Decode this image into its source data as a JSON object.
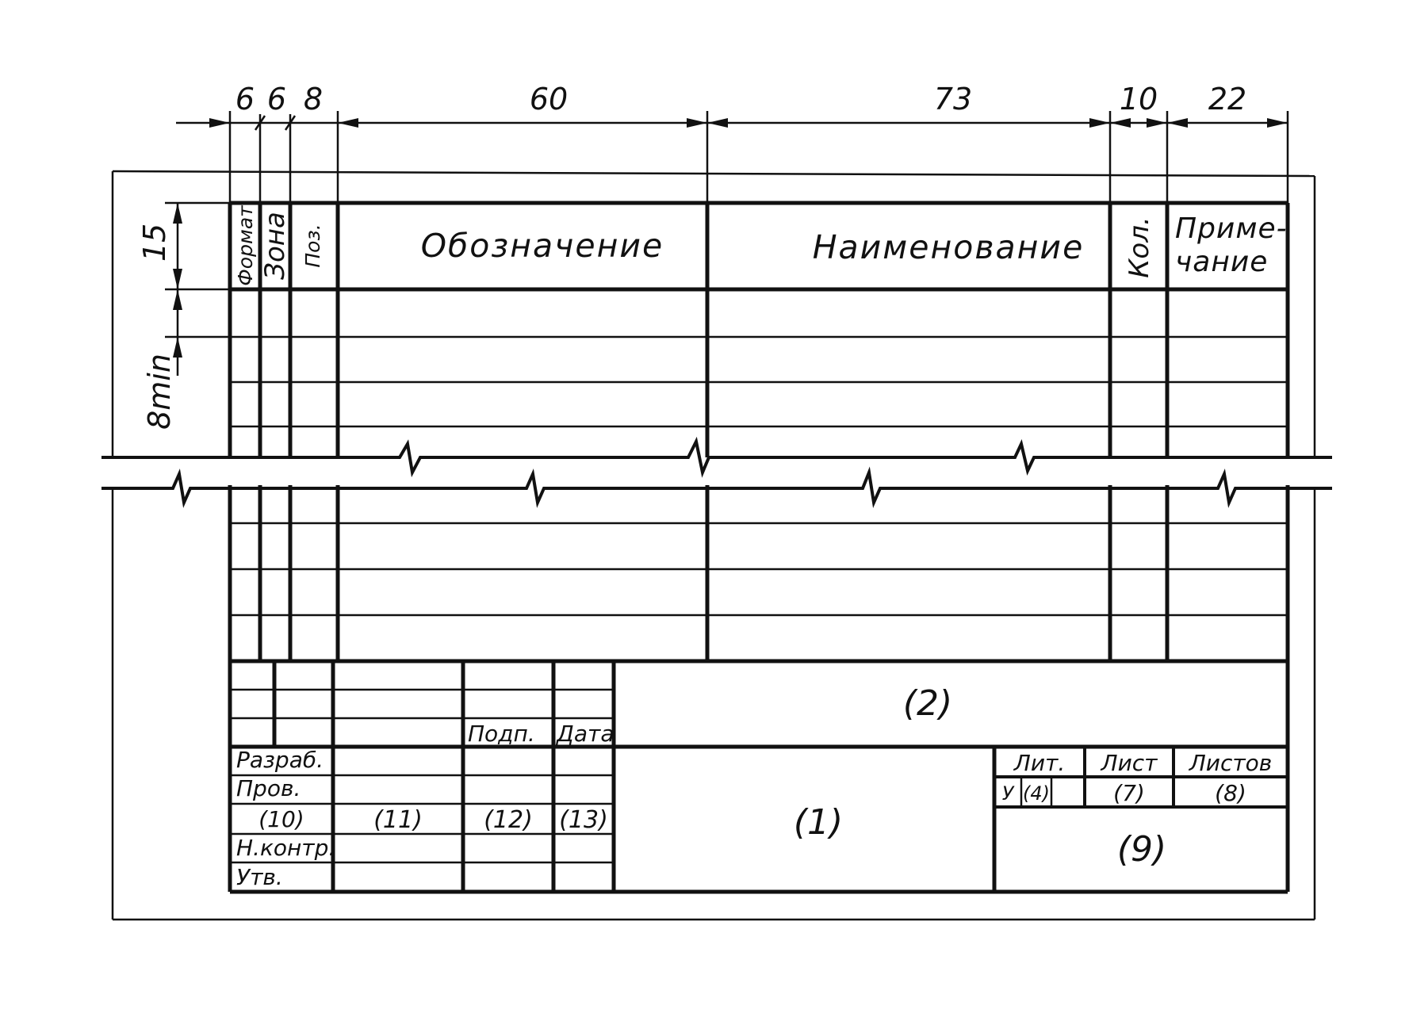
{
  "dimensions": {
    "format_width": "6",
    "zone_width": "6",
    "pos_width": "8",
    "designation_width": "60",
    "name_width": "73",
    "qty_width": "10",
    "note_width": "22",
    "header_height": "15",
    "row_height": "8min"
  },
  "headers": {
    "format": "Формат",
    "zone": "Зона",
    "pos": "Поз.",
    "designation": "Обозначение",
    "name": "Наименование",
    "qty": "Кол.",
    "note_line1": "Приме-",
    "note_line2": "чание"
  },
  "title_block": {
    "sign_label": "Подп.",
    "date_label": "Дата",
    "rows": [
      "Разраб.",
      "Пров.",
      "(10)",
      "Н.контр.",
      "Утв."
    ],
    "field_11": "(11)",
    "field_12": "(12)",
    "field_13": "(13)",
    "field_1": "(1)",
    "field_2": "(2)",
    "lit_label": "Лит.",
    "sheet_label": "Лист",
    "sheets_label": "Листов",
    "lit_value": "У",
    "field_4": "(4)",
    "field_7": "(7)",
    "field_8": "(8)",
    "field_9": "(9)"
  },
  "colors": {
    "ink": "#111111",
    "paper": "#ffffff"
  }
}
